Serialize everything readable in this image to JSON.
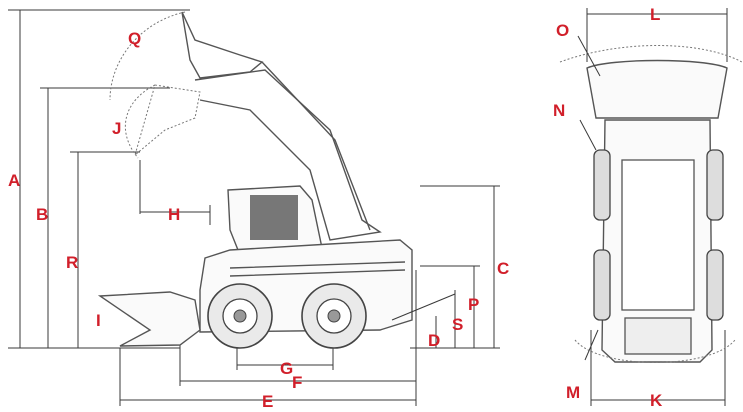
{
  "diagram": {
    "labels": {
      "A": "A",
      "B": "B",
      "C": "C",
      "D": "D",
      "E": "E",
      "F": "F",
      "G": "G",
      "H": "H",
      "I": "I",
      "J": "J",
      "K": "K",
      "L": "L",
      "M": "M",
      "N": "N",
      "O": "O",
      "P": "P",
      "Q": "Q",
      "R": "R",
      "S": "S"
    },
    "label_color": "#d11f2a",
    "line_color": "#3a3a3a"
  }
}
